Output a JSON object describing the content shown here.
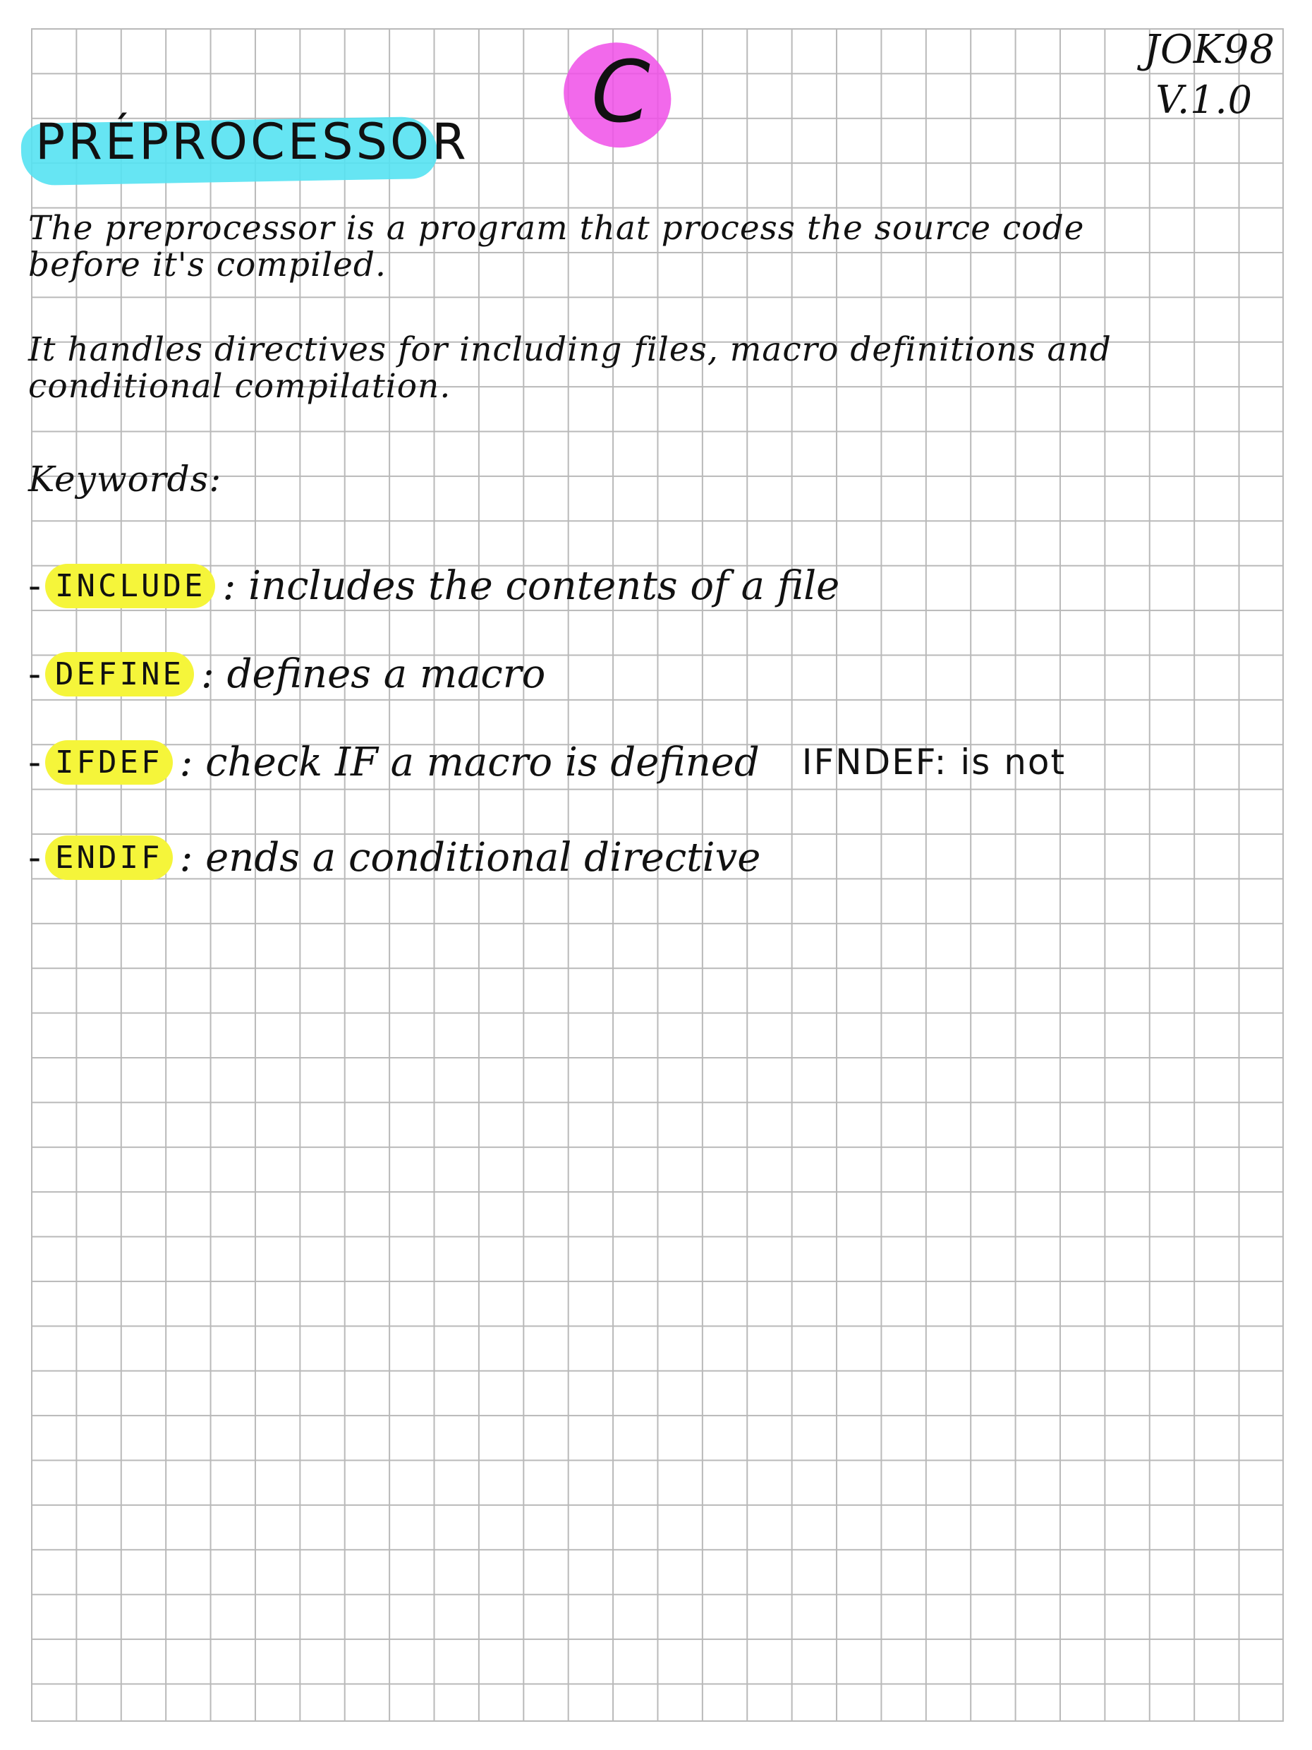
{
  "header": {
    "language": "C",
    "author": "JOK98",
    "version": "V.1.0"
  },
  "title": "PRÉPROCESSOR",
  "paragraphs": {
    "intro_line1": "The preprocessor is a program that process the source code",
    "intro_line2": "before it's compiled.",
    "handles_line1": "It handles directives for including files, macro definitions and",
    "handles_line2": "conditional compilation."
  },
  "keywords_header": "Keywords:",
  "keywords": [
    {
      "dash": "-",
      "name": "INCLUDE",
      "desc": ": includes the contents of a file",
      "note": ""
    },
    {
      "dash": "-",
      "name": "DEFINE",
      "desc": ": defines a macro",
      "note": ""
    },
    {
      "dash": "-",
      "name": "IFDEF",
      "desc": ": check IF a macro is defined",
      "note": "IFNDEF: is not"
    },
    {
      "dash": "-",
      "name": "ENDIF",
      "desc": ": ends a conditional directive",
      "note": ""
    }
  ],
  "colors": {
    "grid": "#b9b9b9",
    "title_highlight": "#55e2f2",
    "language_highlight": "#f04fe8",
    "keyword_highlight": "#f5f53a",
    "ink": "#111111"
  }
}
